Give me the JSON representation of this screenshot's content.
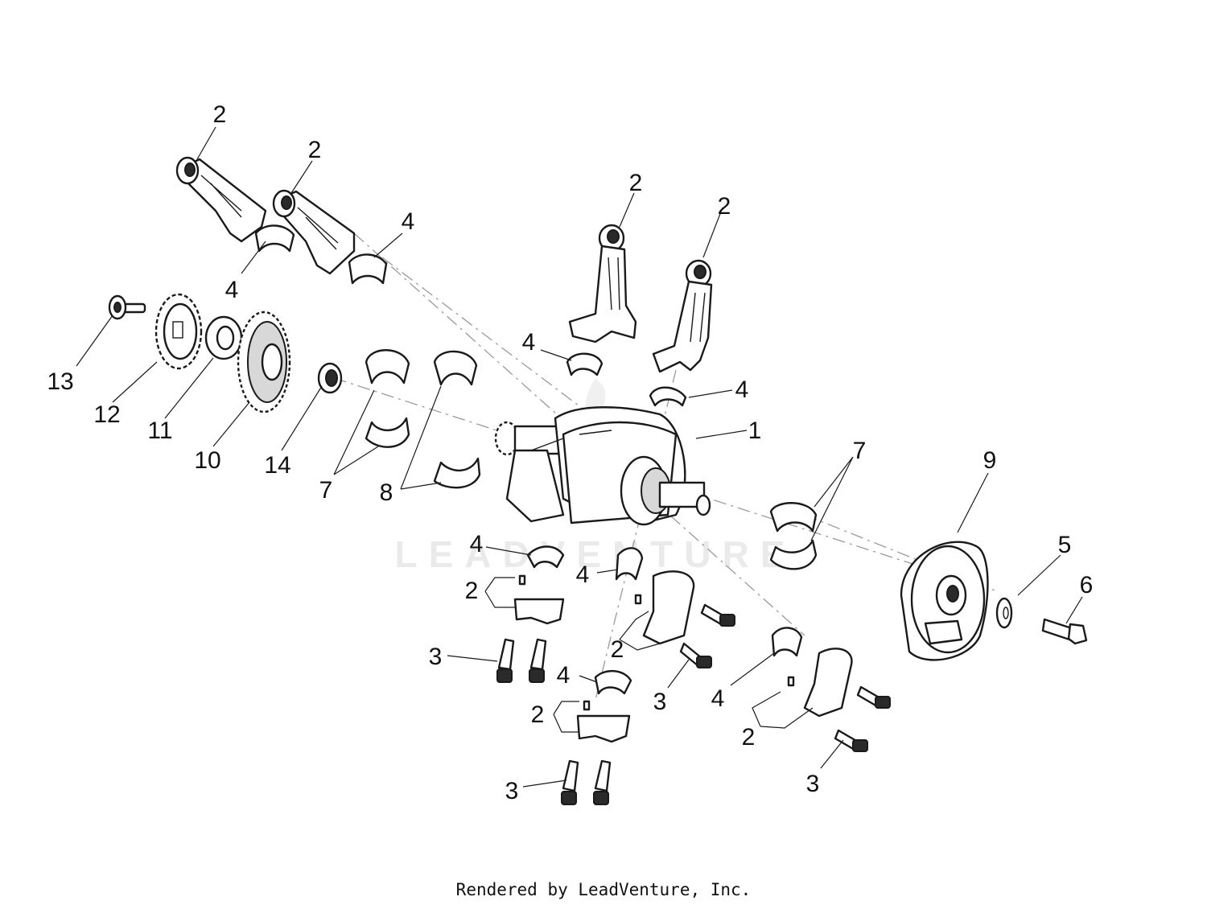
{
  "watermark": {
    "text": "LEADVENTURE"
  },
  "footer": {
    "text": "Rendered by LeadVenture, Inc."
  },
  "callouts": [
    {
      "id": "c-2a",
      "label": "2"
    },
    {
      "id": "c-2b",
      "label": "2"
    },
    {
      "id": "c-2c",
      "label": "2"
    },
    {
      "id": "c-2d",
      "label": "2"
    },
    {
      "id": "c-4a",
      "label": "4"
    },
    {
      "id": "c-4b",
      "label": "4"
    },
    {
      "id": "c-4c",
      "label": "4"
    },
    {
      "id": "c-4d",
      "label": "4"
    },
    {
      "id": "c-13",
      "label": "13"
    },
    {
      "id": "c-12",
      "label": "12"
    },
    {
      "id": "c-11",
      "label": "11"
    },
    {
      "id": "c-10",
      "label": "10"
    },
    {
      "id": "c-14",
      "label": "14"
    },
    {
      "id": "c-7a",
      "label": "7"
    },
    {
      "id": "c-8",
      "label": "8"
    },
    {
      "id": "c-1",
      "label": "1"
    },
    {
      "id": "c-7b",
      "label": "7"
    },
    {
      "id": "c-9",
      "label": "9"
    },
    {
      "id": "c-5",
      "label": "5"
    },
    {
      "id": "c-6",
      "label": "6"
    },
    {
      "id": "c-4e",
      "label": "4"
    },
    {
      "id": "c-2e",
      "label": "2"
    },
    {
      "id": "c-4f",
      "label": "4"
    },
    {
      "id": "c-2f",
      "label": "2"
    },
    {
      "id": "c-3a",
      "label": "3"
    },
    {
      "id": "c-3b",
      "label": "3"
    },
    {
      "id": "c-4g",
      "label": "4"
    },
    {
      "id": "c-2g",
      "label": "2"
    },
    {
      "id": "c-4h",
      "label": "4"
    },
    {
      "id": "c-2h",
      "label": "2"
    },
    {
      "id": "c-3c",
      "label": "3"
    },
    {
      "id": "c-3d",
      "label": "3"
    }
  ]
}
